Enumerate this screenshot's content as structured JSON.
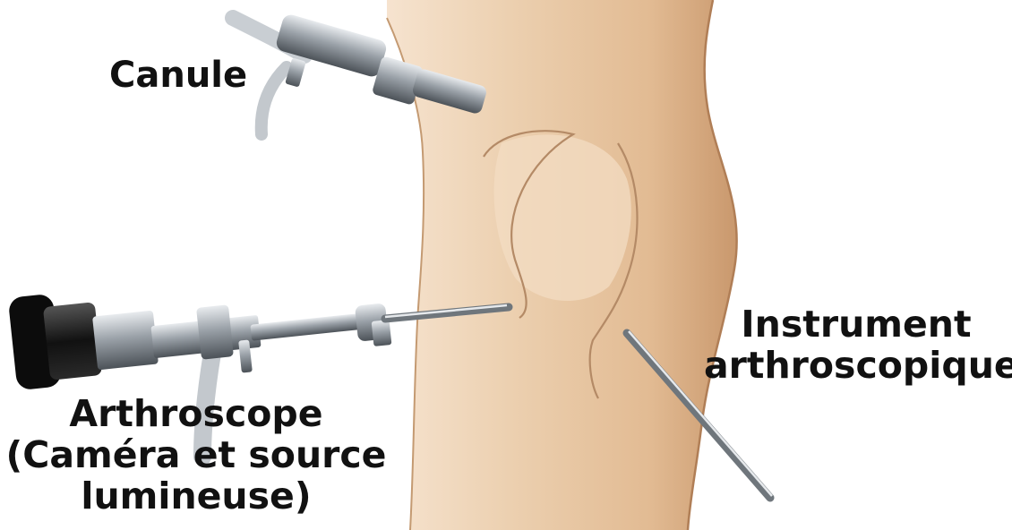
{
  "labels": {
    "canule": "Canule",
    "arthroscope": {
      "line1": "Arthroscope",
      "line2": "(Caméra et source",
      "line3": "lumineuse)"
    },
    "instrument": {
      "line1": "Instrument",
      "line2": "arthroscopique"
    }
  },
  "colors": {
    "skin": "#e9c9a6",
    "skin_shadow": "#d9ad83",
    "steel": "#8f959b",
    "cap": "#111111",
    "text": "#111111"
  }
}
